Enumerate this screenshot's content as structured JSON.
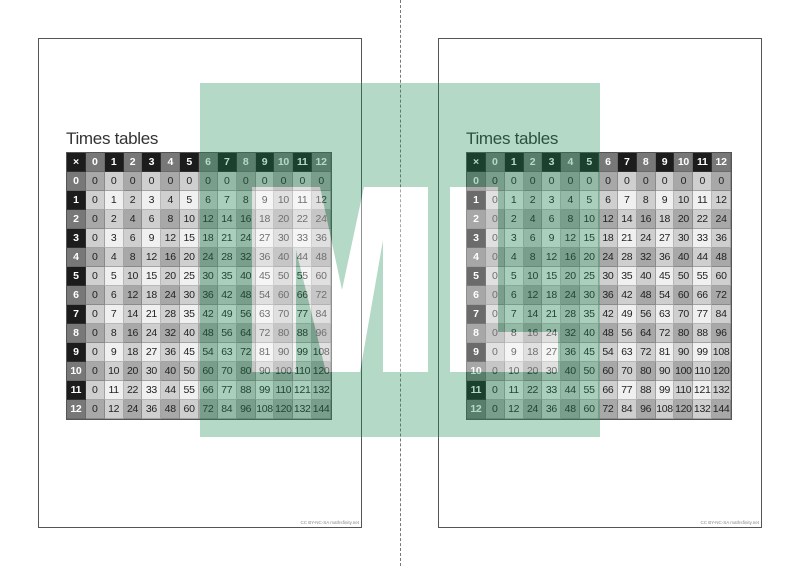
{
  "pages": [
    {
      "title": "Times tables",
      "footer": "CC BY-NC-SA mathsfinity.net",
      "corner_label": "×",
      "col_headers": [
        "0",
        "1",
        "2",
        "3",
        "4",
        "5",
        "6",
        "7",
        "8",
        "9",
        "10",
        "11",
        "12"
      ],
      "row_headers": [
        "0",
        "1",
        "2",
        "3",
        "4",
        "5",
        "6",
        "7",
        "8",
        "9",
        "10",
        "11",
        "12"
      ],
      "values": [
        [
          0,
          0,
          0,
          0,
          0,
          0,
          0,
          0,
          0,
          0,
          0,
          0,
          0
        ],
        [
          0,
          1,
          2,
          3,
          4,
          5,
          6,
          7,
          8,
          9,
          10,
          11,
          12
        ],
        [
          0,
          2,
          4,
          6,
          8,
          10,
          12,
          14,
          16,
          18,
          20,
          22,
          24
        ],
        [
          0,
          3,
          6,
          9,
          12,
          15,
          18,
          21,
          24,
          27,
          30,
          33,
          36
        ],
        [
          0,
          4,
          8,
          12,
          16,
          20,
          24,
          28,
          32,
          36,
          40,
          44,
          48
        ],
        [
          0,
          5,
          10,
          15,
          20,
          25,
          30,
          35,
          40,
          45,
          50,
          55,
          60
        ],
        [
          0,
          6,
          12,
          18,
          24,
          30,
          36,
          42,
          48,
          54,
          60,
          66,
          72
        ],
        [
          0,
          7,
          14,
          21,
          28,
          35,
          42,
          49,
          56,
          63,
          70,
          77,
          84
        ],
        [
          0,
          8,
          16,
          24,
          32,
          40,
          48,
          56,
          64,
          72,
          80,
          88,
          96
        ],
        [
          0,
          9,
          18,
          27,
          36,
          45,
          54,
          63,
          72,
          81,
          90,
          99,
          108
        ],
        [
          0,
          10,
          20,
          30,
          40,
          50,
          60,
          70,
          80,
          90,
          100,
          110,
          120
        ],
        [
          0,
          11,
          22,
          33,
          44,
          55,
          66,
          77,
          88,
          99,
          110,
          121,
          132
        ],
        [
          0,
          12,
          24,
          36,
          48,
          60,
          72,
          84,
          96,
          108,
          120,
          132,
          144
        ]
      ]
    },
    {
      "title": "Times tables",
      "footer": "CC BY-NC-SA mathsfinity.net",
      "corner_label": "×",
      "col_headers": [
        "0",
        "1",
        "2",
        "3",
        "4",
        "5",
        "6",
        "7",
        "8",
        "9",
        "10",
        "11",
        "12"
      ],
      "row_headers": [
        "0",
        "1",
        "2",
        "3",
        "4",
        "5",
        "6",
        "7",
        "8",
        "9",
        "10",
        "11",
        "12"
      ],
      "values": [
        [
          0,
          0,
          0,
          0,
          0,
          0,
          0,
          0,
          0,
          0,
          0,
          0,
          0
        ],
        [
          0,
          1,
          2,
          3,
          4,
          5,
          6,
          7,
          8,
          9,
          10,
          11,
          12
        ],
        [
          0,
          2,
          4,
          6,
          8,
          10,
          12,
          14,
          16,
          18,
          20,
          22,
          24
        ],
        [
          0,
          3,
          6,
          9,
          12,
          15,
          18,
          21,
          24,
          27,
          30,
          33,
          36
        ],
        [
          0,
          4,
          8,
          12,
          16,
          20,
          24,
          28,
          32,
          36,
          40,
          44,
          48
        ],
        [
          0,
          5,
          10,
          15,
          20,
          25,
          30,
          35,
          40,
          45,
          50,
          55,
          60
        ],
        [
          0,
          6,
          12,
          18,
          24,
          30,
          36,
          42,
          48,
          54,
          60,
          66,
          72
        ],
        [
          0,
          7,
          14,
          21,
          28,
          35,
          42,
          49,
          56,
          63,
          70,
          77,
          84
        ],
        [
          0,
          8,
          16,
          24,
          32,
          40,
          48,
          56,
          64,
          72,
          80,
          88,
          96
        ],
        [
          0,
          9,
          18,
          27,
          36,
          45,
          54,
          63,
          72,
          81,
          90,
          99,
          108
        ],
        [
          0,
          10,
          20,
          30,
          40,
          50,
          60,
          70,
          80,
          90,
          100,
          110,
          120
        ],
        [
          0,
          11,
          22,
          33,
          44,
          55,
          66,
          77,
          88,
          99,
          110,
          121,
          132
        ],
        [
          0,
          12,
          24,
          36,
          48,
          60,
          72,
          84,
          96,
          108,
          120,
          132,
          144
        ]
      ]
    }
  ],
  "colors": {
    "header_dark": "#1c1c1c",
    "header_light": "#787878",
    "cell_even_even": "#a8a8a8",
    "cell_mixed": "#cfcfcf",
    "cell_odd_odd": "#f0f0f0",
    "overlay_green": "rgba(30,140,85,0.33)"
  }
}
